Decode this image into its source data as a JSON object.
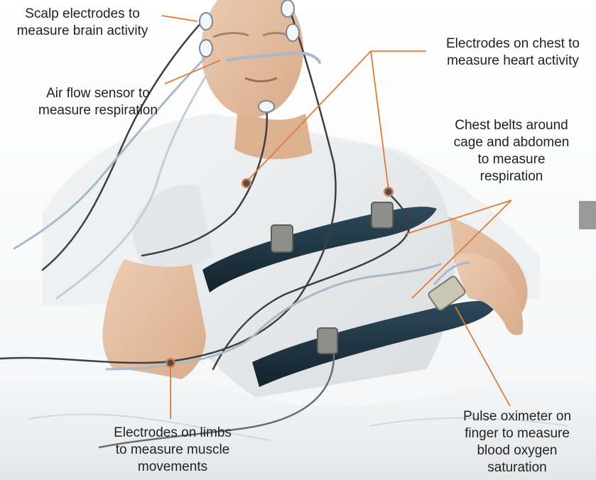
{
  "labels": {
    "scalp": "Scalp electrodes to\nmeasure brain activity",
    "airflow": "Air flow sensor to\nmeasure respiration",
    "chest_electrodes": "Electrodes on chest to\nmeasure heart activity",
    "belts": "Chest belts around\ncage and abdomen\nto measure\nrespiration",
    "limbs": "Electrodes on limbs\nto measure muscle\nmovements",
    "oximeter": "Pulse oximeter on\nfinger to measure\nblood oxygen\nsaturation"
  },
  "colors": {
    "leader": "#e07b39",
    "marker_dot": "#3b4f66",
    "marker_ring": "#e07b39",
    "belt": "#1f3442",
    "shirt": "#e6e8ea",
    "skin": "#e8c4a8",
    "sheet": "#f1f2f3",
    "wire_light": "#a9b9cc",
    "wire_dark": "#3c3f44"
  }
}
